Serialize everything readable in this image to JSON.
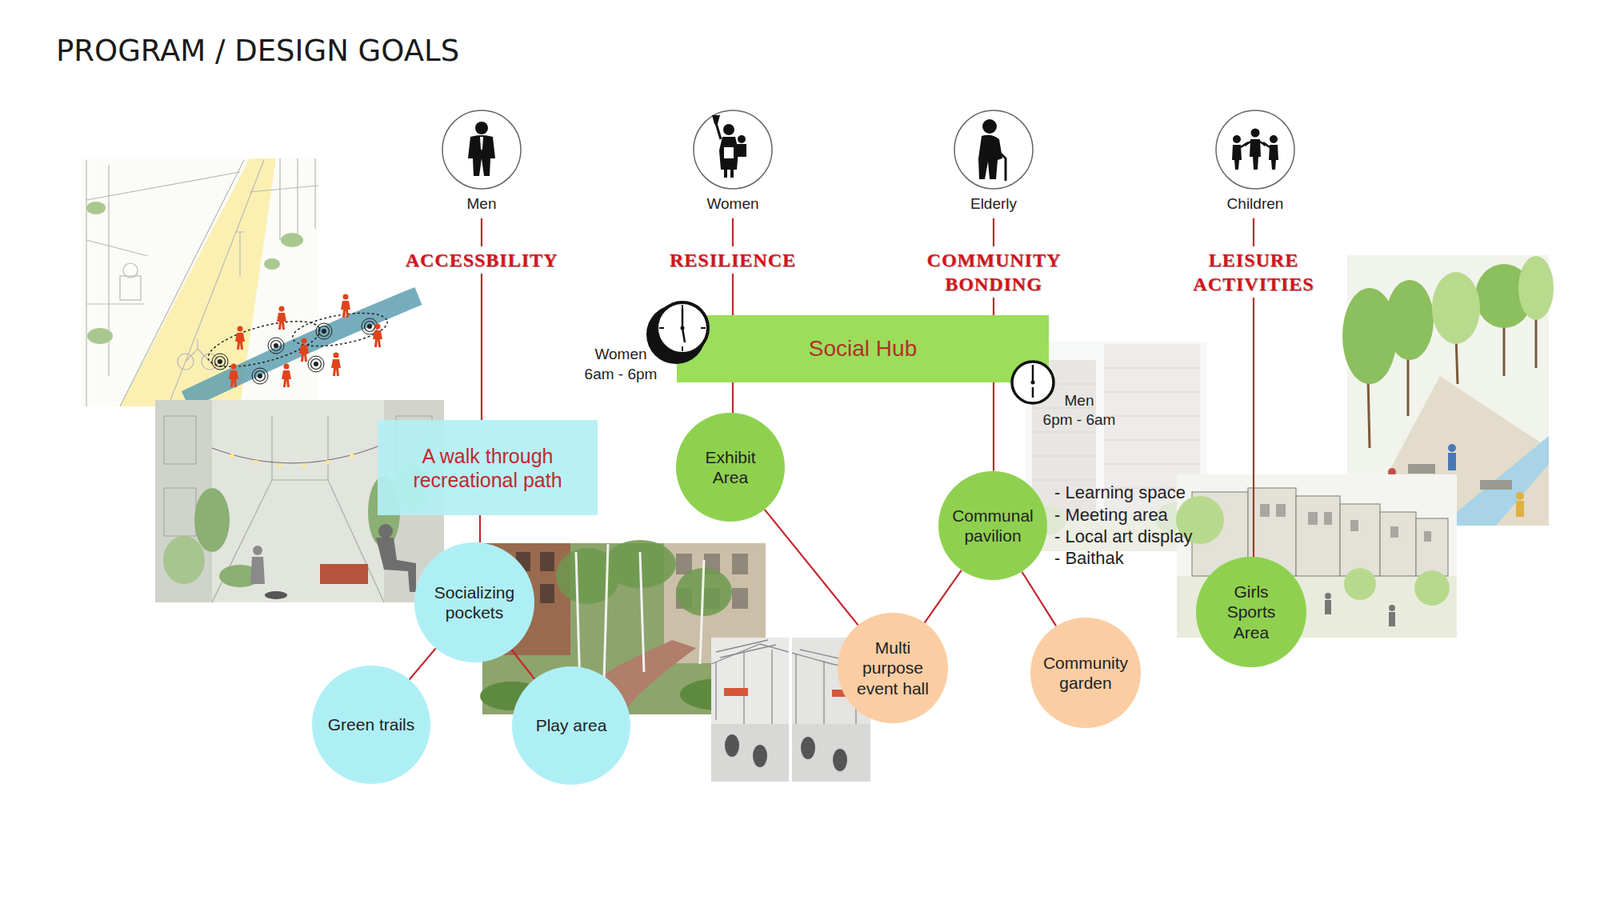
{
  "diagram": {
    "title": "PROGRAM / DESIGN GOALS",
    "nodes": [
      {
        "text": [
          "Men"
        ]
      },
      {
        "text": [
          "Women"
        ]
      },
      {
        "text": [
          "Elderly"
        ]
      },
      {
        "text": [
          "Children"
        ]
      },
      {
        "text": [
          "Social Hub"
        ]
      },
      {
        "text": [
          "A walk through recreational path"
        ]
      },
      {
        "text": [
          "Exhibit Area"
        ]
      },
      {
        "text": [
          "Communal pavilion"
        ]
      },
      {
        "text": [
          "Socializing pockets"
        ]
      },
      {
        "text": [
          "Multi purpose event hall"
        ]
      },
      {
        "text": [
          "Community garden"
        ]
      },
      {
        "text": [
          "Girls Sports Area"
        ]
      },
      {
        "text": [
          "Green trails"
        ]
      },
      {
        "text": [
          "Play area"
        ]
      }
    ],
    "edges": [
      {
        "from": 0,
        "to": 5,
        "arrow": "none",
        "label": "ACCESSBILITY"
      },
      {
        "from": 5,
        "to": 8,
        "arrow": "none"
      },
      {
        "from": 8,
        "to": 12,
        "arrow": "none"
      },
      {
        "from": 8,
        "to": 13,
        "arrow": "none"
      },
      {
        "from": 1,
        "to": 4,
        "arrow": "none",
        "label": "RESILIENCE"
      },
      {
        "from": 4,
        "to": 6,
        "arrow": "none"
      },
      {
        "from": 6,
        "to": 9,
        "arrow": "none"
      },
      {
        "from": 2,
        "to": 4,
        "arrow": "none",
        "label": "COMMUNITY BONDING"
      },
      {
        "from": 4,
        "to": 7,
        "arrow": "none"
      },
      {
        "from": 7,
        "to": 9,
        "arrow": "none"
      },
      {
        "from": 7,
        "to": 10,
        "arrow": "none"
      },
      {
        "from": 3,
        "to": 11,
        "arrow": "none",
        "label": "LEISURE ACTIVITIES"
      }
    ],
    "labels": [
      "Women",
      "6am - 6pm",
      "Men",
      "6pm - 6am",
      "- Learning space",
      "- Meeting area",
      "- Local art display",
      "- Baithak"
    ]
  }
}
